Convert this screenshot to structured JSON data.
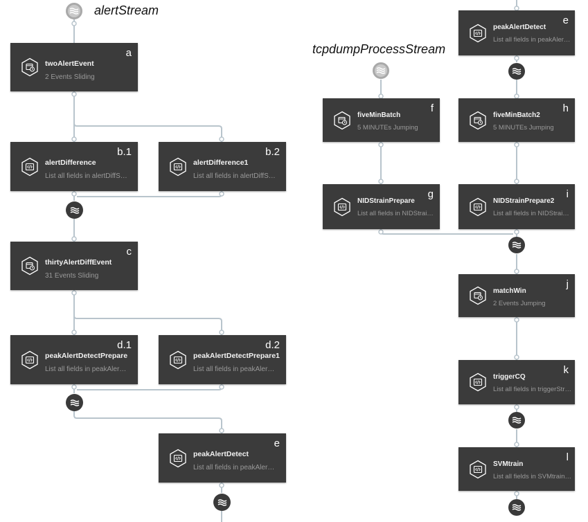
{
  "streams": {
    "alert_stream": "alertStream",
    "tcpdump_stream": "tcpdumpProcessStream"
  },
  "nodes": {
    "a": {
      "tag": "a",
      "name": "twoAlertEvent",
      "sub": "2 Events Sliding",
      "icon": "window-icon"
    },
    "b1": {
      "tag": "b.1",
      "name": "alertDifference",
      "sub": "List all fields in alertDiffS…",
      "icon": "code-icon"
    },
    "b2": {
      "tag": "b.2",
      "name": "alertDifference1",
      "sub": "List all fields in alertDiffS…",
      "icon": "code-icon"
    },
    "c": {
      "tag": "c",
      "name": "thirtyAlertDiffEvent",
      "sub": "31 Events Sliding",
      "icon": "window-icon"
    },
    "d1": {
      "tag": "d.1",
      "name": "peakAlertDetectPrepare",
      "sub": "List all fields in peakAler…",
      "icon": "code-icon"
    },
    "d2": {
      "tag": "d.2",
      "name": "peakAlertDetectPrepare1",
      "sub": "List all fields in peakAler…",
      "icon": "code-icon"
    },
    "e1": {
      "tag": "e",
      "name": "peakAlertDetect",
      "sub": "List all fields in peakAler…",
      "icon": "code-icon"
    },
    "e2": {
      "tag": "e",
      "name": "peakAlertDetect",
      "sub": "List all fields in peakAler…",
      "icon": "code-icon"
    },
    "f": {
      "tag": "f",
      "name": "fiveMinBatch",
      "sub": "5 MINUTEs Jumping",
      "icon": "window-icon"
    },
    "h": {
      "tag": "h",
      "name": "fiveMinBatch2",
      "sub": "5 MINUTEs Jumping",
      "icon": "window-icon"
    },
    "g": {
      "tag": "g",
      "name": "NIDStrainPrepare",
      "sub": "List all fields in NIDStrai…",
      "icon": "code-icon"
    },
    "i": {
      "tag": "i",
      "name": "NIDStrainPrepare2",
      "sub": "List all fields in NIDStrai…",
      "icon": "code-icon"
    },
    "j": {
      "tag": "j",
      "name": "matchWin",
      "sub": "2 Events Jumping",
      "icon": "window-icon"
    },
    "k": {
      "tag": "k",
      "name": "triggerCQ",
      "sub": "List all fields in triggerStr…",
      "icon": "code-icon"
    },
    "l": {
      "tag": "l",
      "name": "SVMtrain",
      "sub": "List all fields in SVMtrain…",
      "icon": "code-icon"
    }
  },
  "colors": {
    "node_bg": "#3b3b3b",
    "connector": "#b8c4cc",
    "source_stream": "#c9c9c9",
    "stream_dark": "#3a3a3a",
    "subtitle": "#9a9a9a"
  }
}
